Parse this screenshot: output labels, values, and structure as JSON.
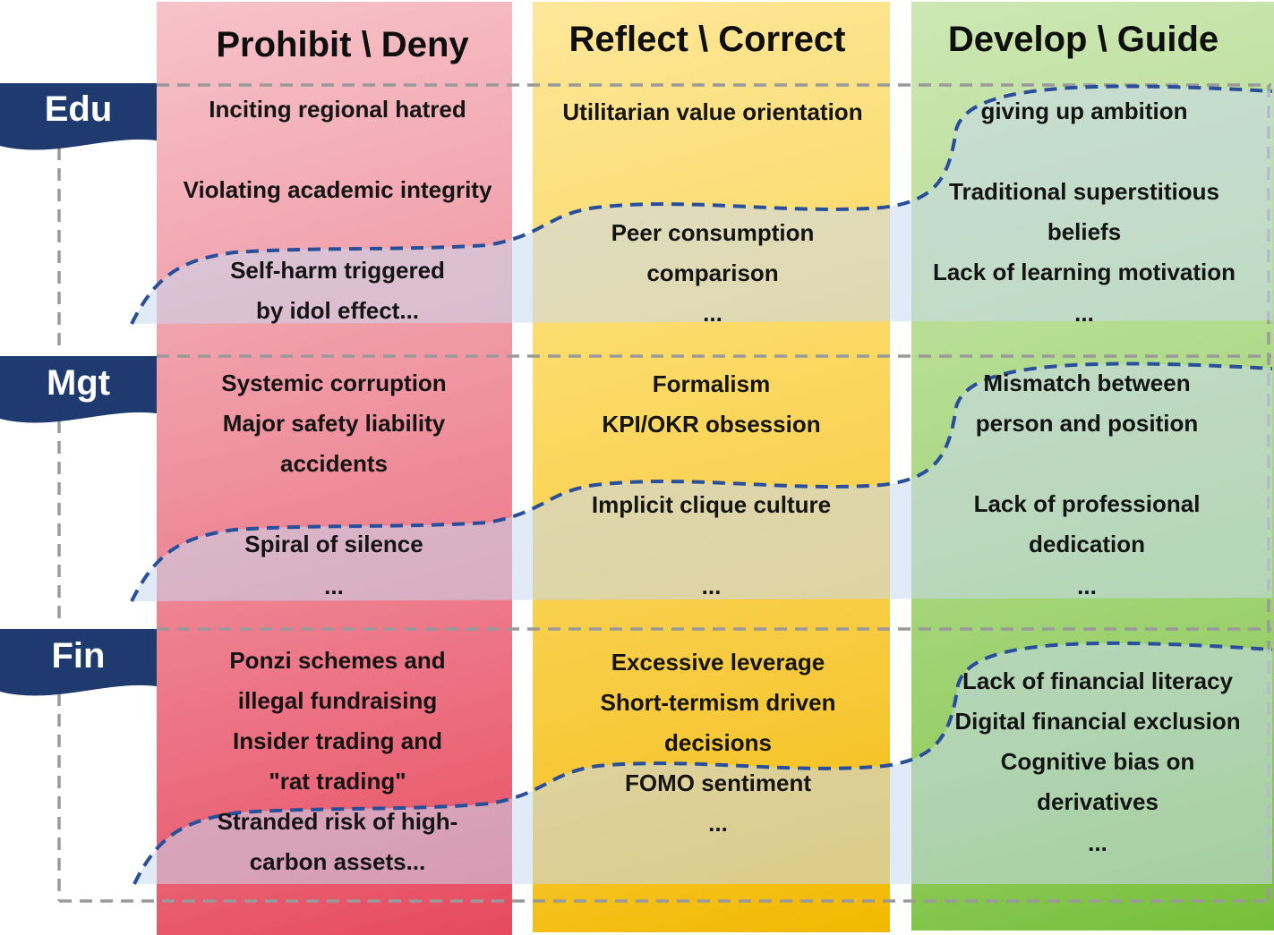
{
  "columns": [
    {
      "title": "Prohibit \\ Deny",
      "color": "#ec6f80"
    },
    {
      "title": "Reflect \\ Correct",
      "color": "#f7c93a"
    },
    {
      "title": "Develop \\ Guide",
      "color": "#97cf67"
    }
  ],
  "rows": [
    {
      "label": "Edu",
      "color": "#1e3a6e"
    },
    {
      "label": "Mgt",
      "color": "#1e3a6e"
    },
    {
      "label": "Fin",
      "color": "#1e3a6e"
    }
  ],
  "cells": {
    "edu_prohibit_1": "Inciting regional hatred",
    "edu_prohibit_2": "Violating academic integrity",
    "edu_prohibit_3": "Self-harm triggered",
    "edu_prohibit_4": "by idol effect...",
    "edu_reflect_1": "Utilitarian value orientation",
    "edu_reflect_2": "Peer consumption",
    "edu_reflect_3": "comparison",
    "edu_reflect_4": "...",
    "edu_develop_1": "giving up ambition",
    "edu_develop_2": "Traditional superstitious",
    "edu_develop_3": "beliefs",
    "edu_develop_4": "Lack of learning motivation",
    "edu_develop_5": "...",
    "mgt_prohibit_1": "Systemic corruption",
    "mgt_prohibit_2": "Major safety liability",
    "mgt_prohibit_3": "accidents",
    "mgt_prohibit_4": "Spiral of silence",
    "mgt_prohibit_5": "...",
    "mgt_reflect_1": "Formalism",
    "mgt_reflect_2": "KPI/OKR obsession",
    "mgt_reflect_3": "Implicit clique culture",
    "mgt_reflect_4": "...",
    "mgt_develop_1": "Mismatch between",
    "mgt_develop_2": "person and position",
    "mgt_develop_3": "Lack of professional",
    "mgt_develop_4": "dedication",
    "mgt_develop_5": "...",
    "fin_prohibit_1": "Ponzi schemes and",
    "fin_prohibit_2": "illegal fundraising",
    "fin_prohibit_3": "Insider trading and",
    "fin_prohibit_4": "\"rat trading\"",
    "fin_prohibit_5": "Stranded risk of high-",
    "fin_prohibit_6": "carbon assets...",
    "fin_reflect_1": "Excessive leverage",
    "fin_reflect_2": "Short-termism driven",
    "fin_reflect_3": "decisions",
    "fin_reflect_4": "FOMO sentiment",
    "fin_reflect_5": "...",
    "fin_develop_1": "Lack of financial literacy",
    "fin_develop_2": "Digital financial exclusion",
    "fin_develop_3": "Cognitive bias on",
    "fin_develop_4": "derivatives",
    "fin_develop_5": "..."
  },
  "styles": {
    "wave_fill": "#c9d8f0",
    "wave_stroke": "#2a4f9a",
    "grid_stroke": "#9a9a9a"
  }
}
